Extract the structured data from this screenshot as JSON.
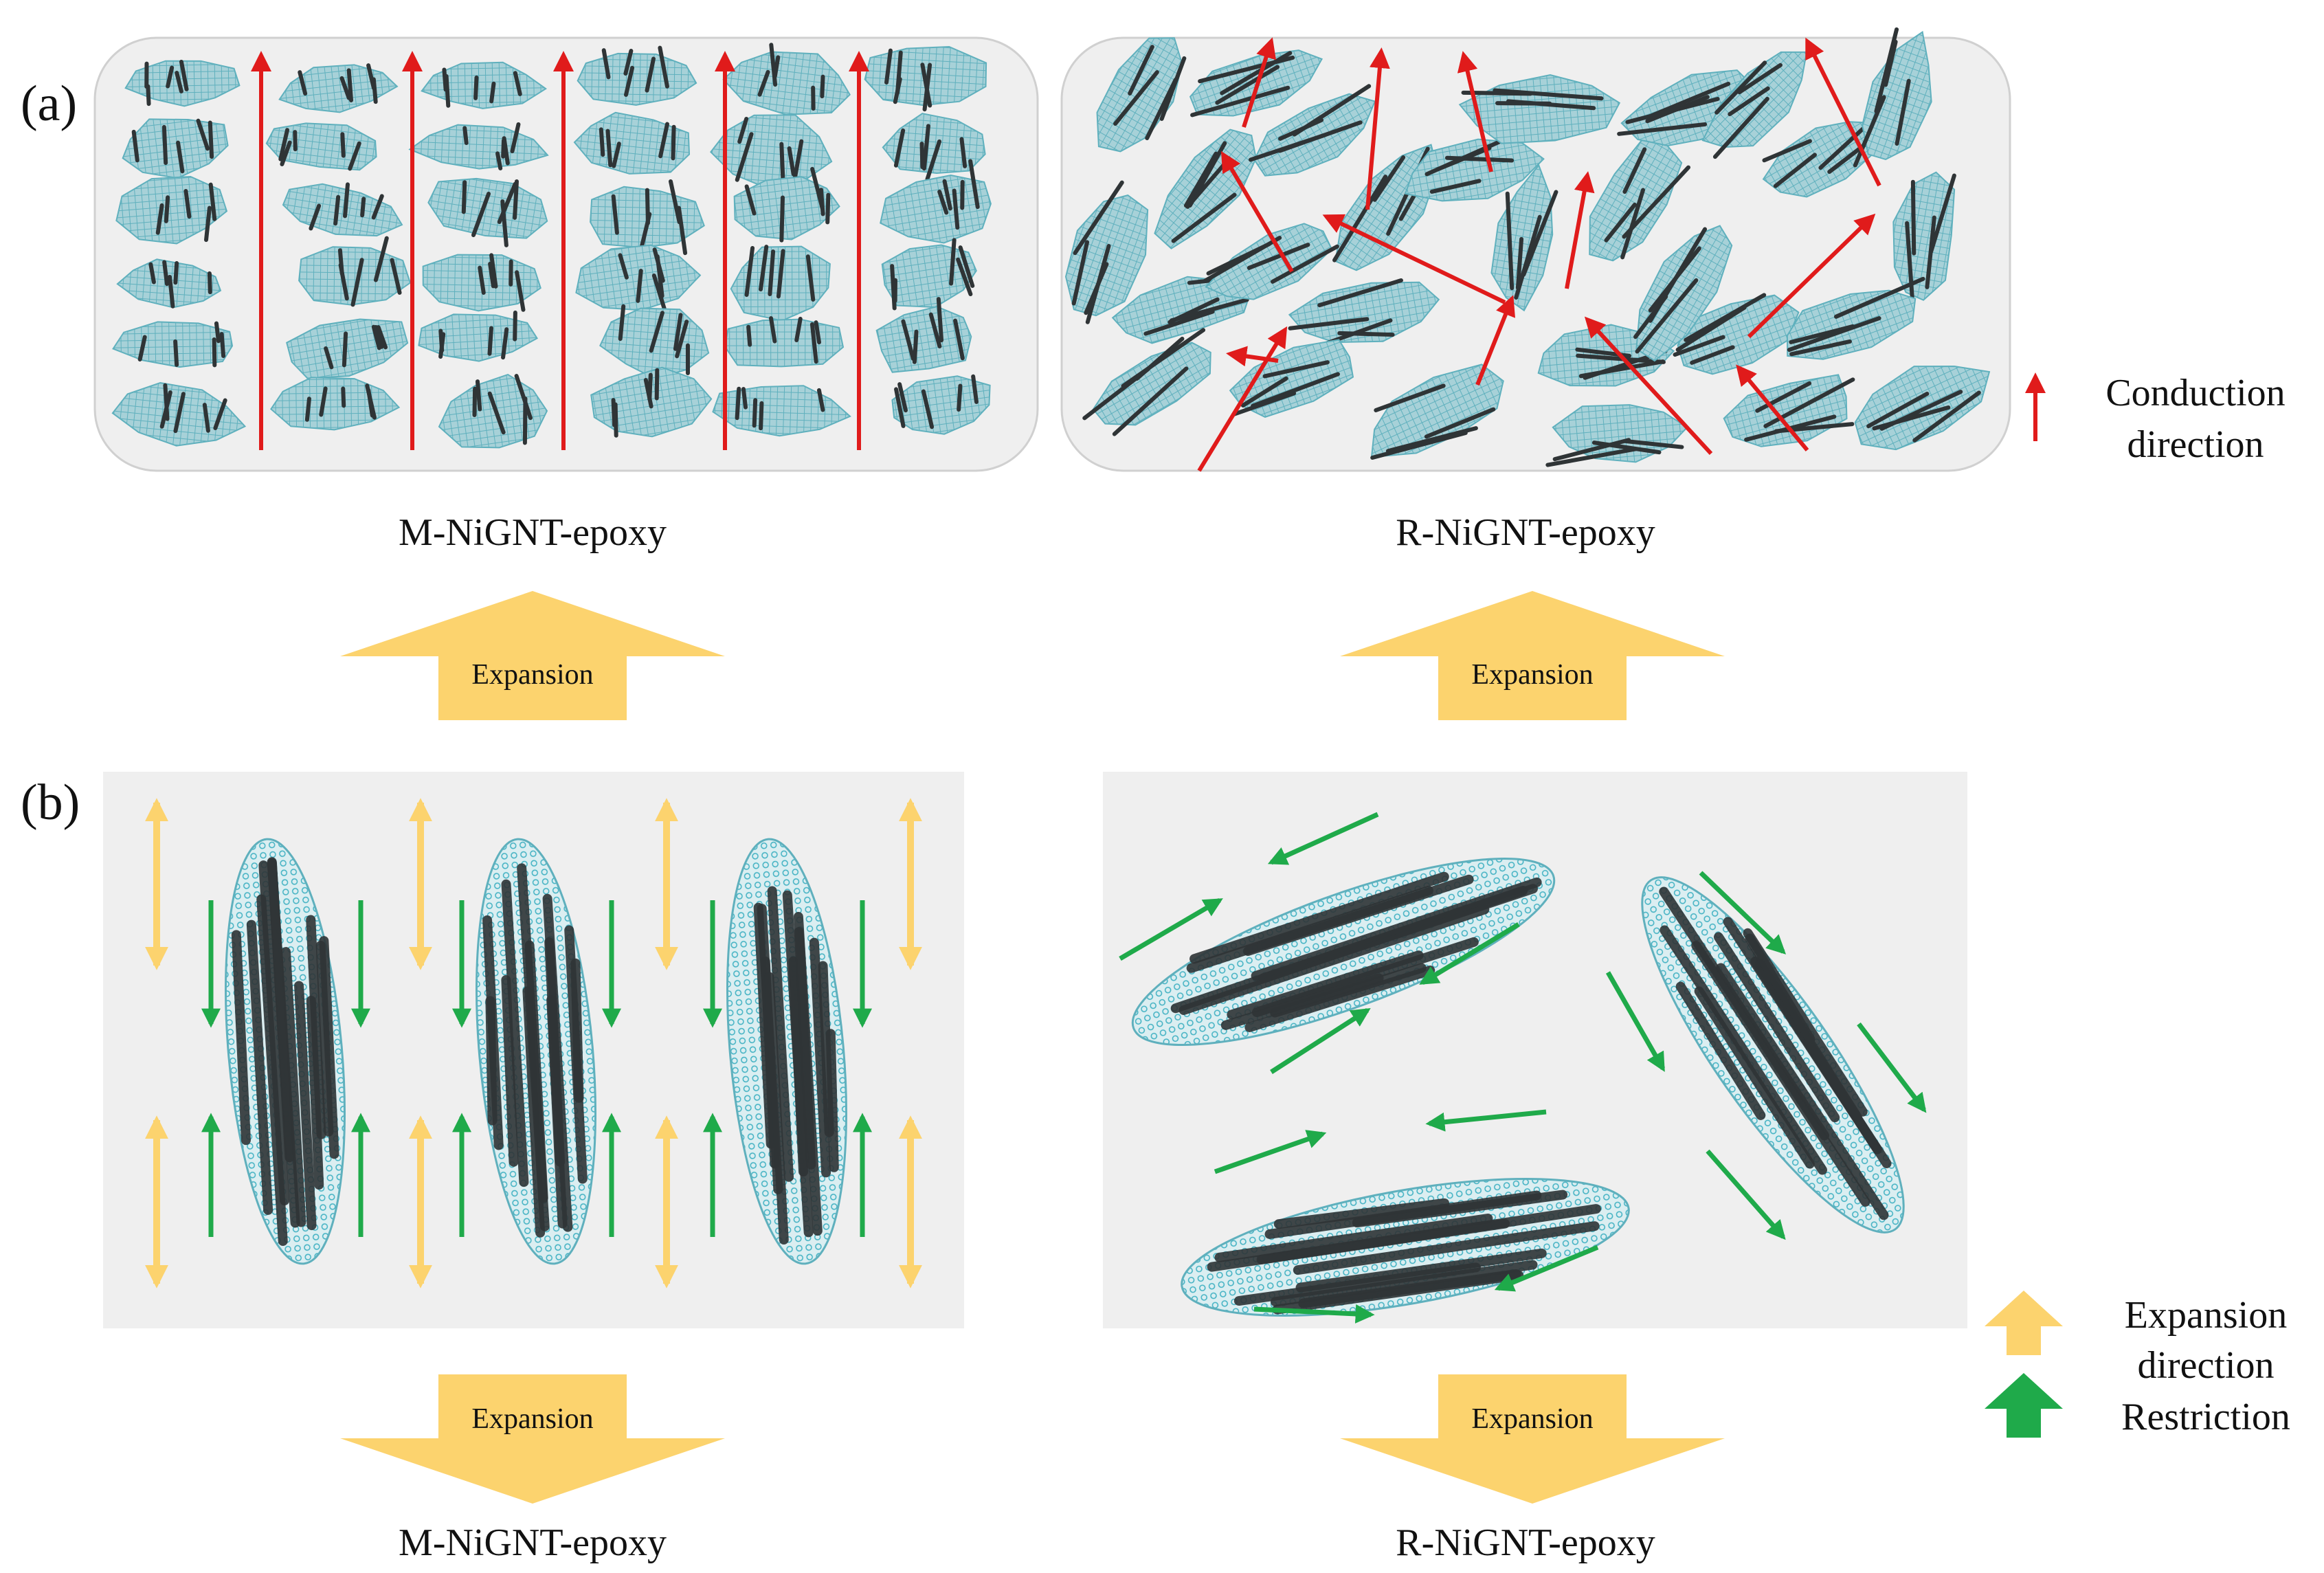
{
  "panel_labels": {
    "a": "(a)",
    "b": "(b)"
  },
  "panel_a": {
    "left_caption": "M-NiGNT-epoxy",
    "right_caption": "R-NiGNT-epoxy",
    "legend": {
      "line1": "Conduction",
      "line2": "direction"
    }
  },
  "middle_arrows": {
    "left_label": "Expansion",
    "right_label": "Expansion"
  },
  "panel_b": {
    "bottom_arrow_left_label": "Expansion",
    "bottom_arrow_right_label": "Expansion",
    "left_caption": "M-NiGNT-epoxy",
    "right_caption": "R-NiGNT-epoxy",
    "legend": {
      "expansion_line1": "Expansion",
      "expansion_line2": "direction",
      "restriction": "Restriction"
    }
  },
  "colors": {
    "conduction_arrow": "#e01b1b",
    "expansion": "#fcd36e",
    "restriction": "#1faa4a",
    "panel_bg": "#efefef",
    "flake_fill": "#9fc9d0",
    "flake_edge": "#5fb0bd",
    "tube_dark": "#2f3436"
  }
}
